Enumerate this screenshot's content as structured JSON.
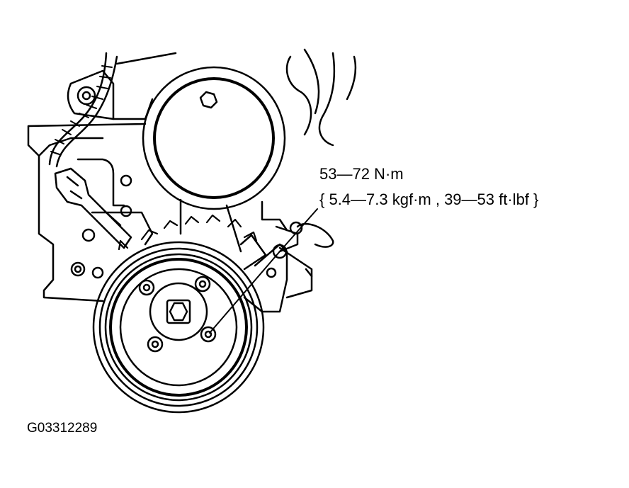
{
  "annotation": {
    "torque_nm": "53—72 N·m",
    "torque_alt": "{ 5.4—7.3 kgf·m , 39—53 ft·lbf }"
  },
  "figure_code": "G03312289",
  "colors": {
    "line": "#000000",
    "background": "#ffffff"
  }
}
